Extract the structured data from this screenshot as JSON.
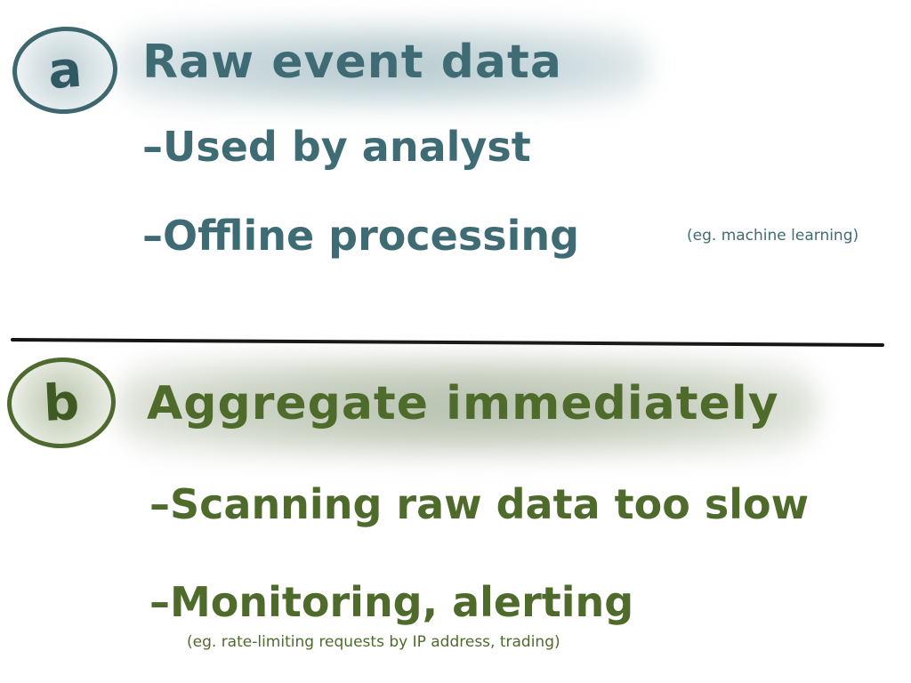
{
  "section_a": {
    "marker": "a",
    "heading": "Raw event data",
    "items": [
      {
        "text": "–Used by analyst"
      },
      {
        "text": "–Offline processing",
        "note": "(eg. machine learning)"
      }
    ]
  },
  "section_b": {
    "marker": "b",
    "heading": "Aggregate immediately",
    "items": [
      {
        "text": "–Scanning raw data too slow"
      },
      {
        "text": "–Monitoring, alerting",
        "note": "(eg. rate-limiting requests by IP address, trading)"
      }
    ]
  },
  "colors": {
    "section_a": "#3f6c74",
    "section_b": "#4e6b2c",
    "divider": "#151515"
  }
}
